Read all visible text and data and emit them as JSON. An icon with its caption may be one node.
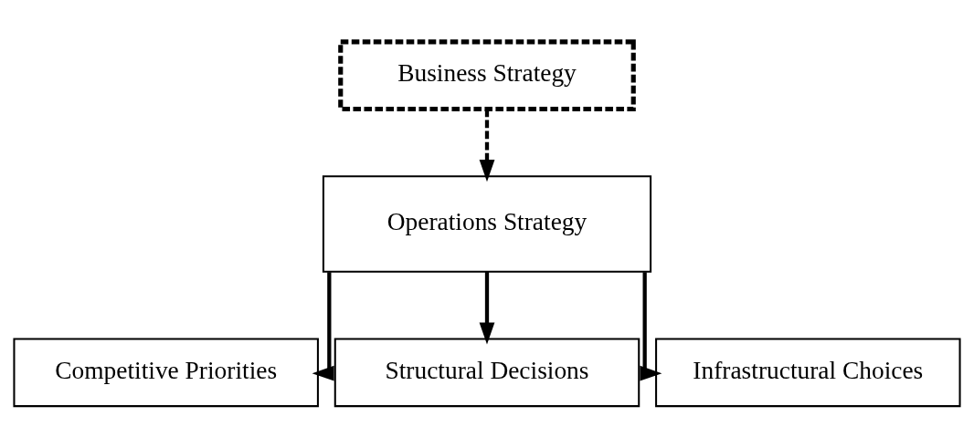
{
  "diagram": {
    "nodes": [
      {
        "text": [
          "Business Strategy"
        ]
      },
      {
        "text": [
          "Operations Strategy"
        ]
      },
      {
        "text": [
          "Competitive Priorities"
        ]
      },
      {
        "text": [
          "Structural Decisions"
        ]
      },
      {
        "text": [
          "Infrastructural Choices"
        ]
      }
    ],
    "edges": [
      {
        "from": 0,
        "to": 1,
        "arrow": "to",
        "style": "dashed"
      },
      {
        "from": 1,
        "to": 2,
        "arrow": "to"
      },
      {
        "from": 1,
        "to": 3,
        "arrow": "to"
      },
      {
        "from": 1,
        "to": 4,
        "arrow": "to"
      }
    ]
  }
}
